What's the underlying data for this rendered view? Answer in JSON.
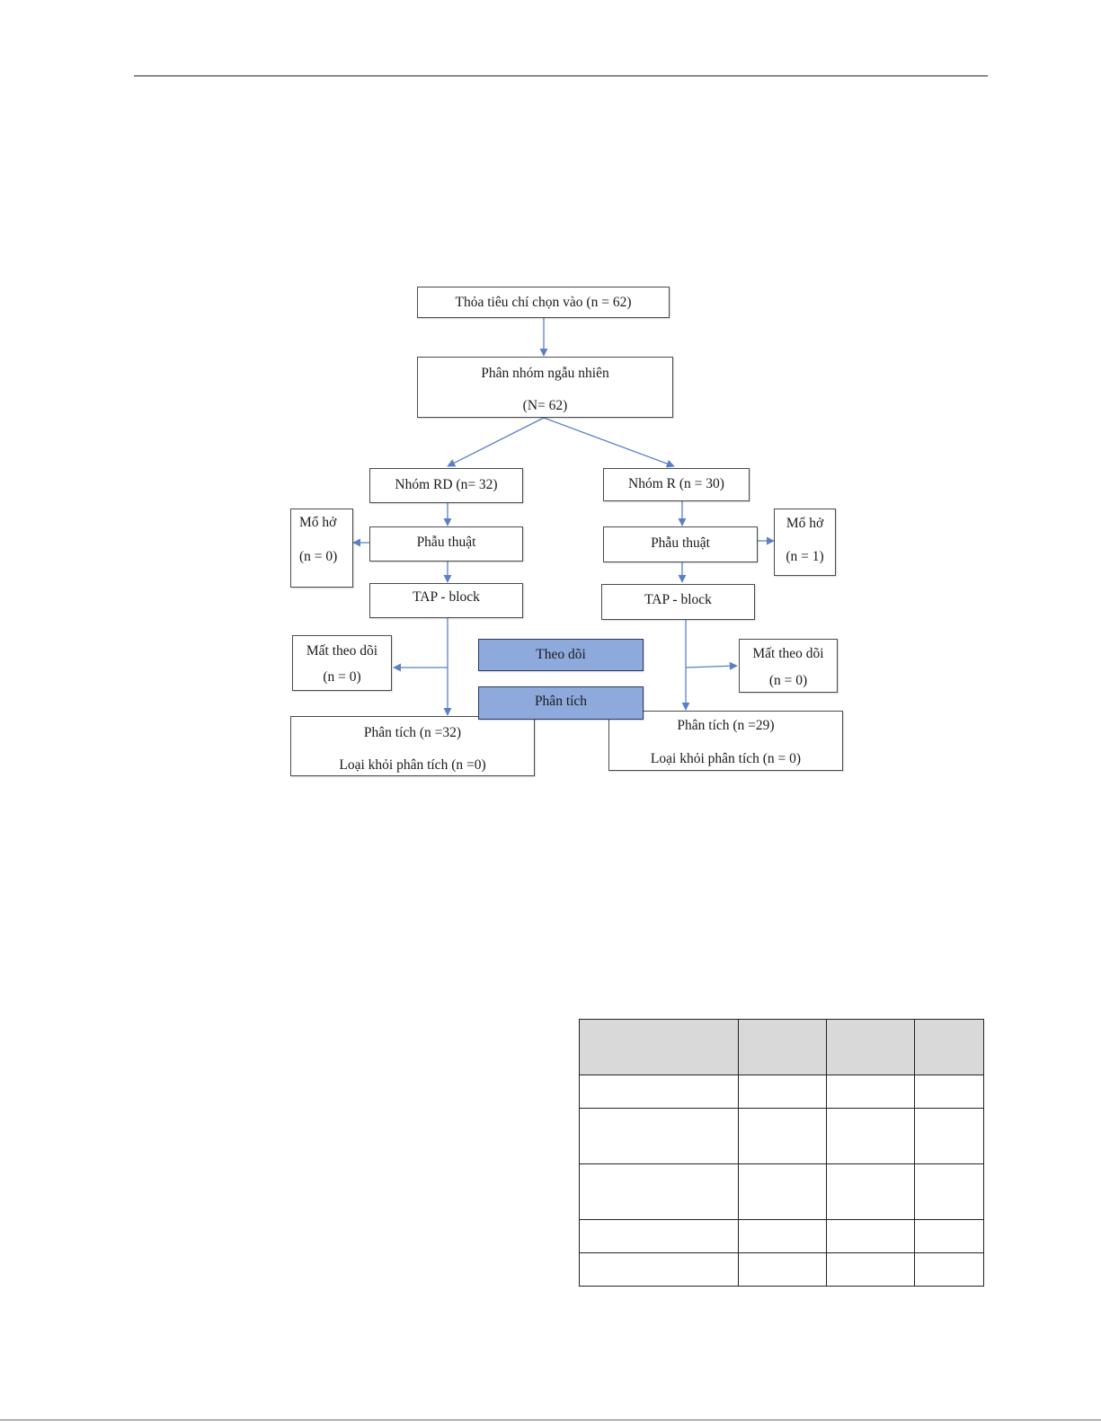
{
  "flowchart": {
    "enrolled": "Thỏa tiêu chí chọn vào (n = 62)",
    "randomization": {
      "line1": "Phân nhóm ngẫu nhiên",
      "line2": "(N= 62)"
    },
    "left": {
      "group": "Nhóm RD (n= 32)",
      "surgery": "Phẫu thuật",
      "open_surgery": {
        "line1": "Mổ hở",
        "line2": "(n = 0)"
      },
      "block": "TAP - block",
      "lost": {
        "line1": "Mất theo dõi",
        "line2": "(n = 0)"
      },
      "analysis": {
        "line1": "Phân tích (n =32)",
        "line2": "Loại khỏi phân tích (n =0)"
      }
    },
    "right": {
      "group": "Nhóm R (n = 30)",
      "surgery": "Phẫu thuật",
      "open_surgery": {
        "line1": "Mổ hở",
        "line2": "(n = 1)"
      },
      "block": "TAP - block",
      "lost": {
        "line1": "Mất theo dõi",
        "line2": "(n = 0)"
      },
      "analysis": {
        "line1": "Phân tích (n =29)",
        "line2": "Loại khỏi phân tích (n = 0)"
      }
    },
    "stage_followup": "Theo dõi",
    "stage_analysis": "Phân tích"
  },
  "colors": {
    "arrow": "#5b7fc6",
    "stage_fill": "#8ea9dc",
    "table_header": "#d9d9d9"
  }
}
